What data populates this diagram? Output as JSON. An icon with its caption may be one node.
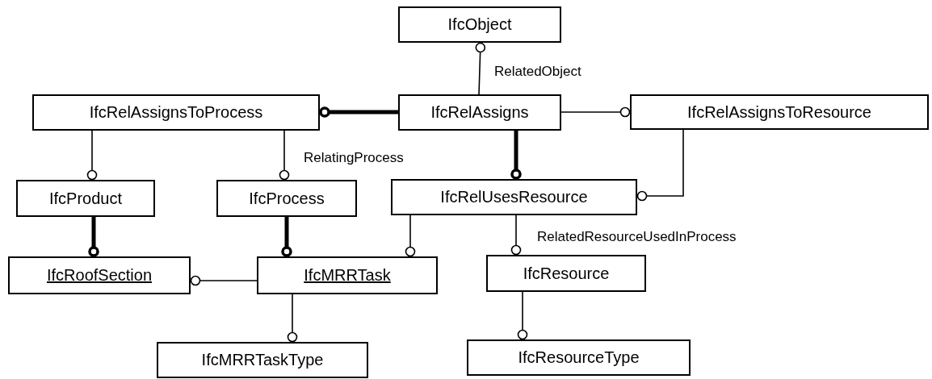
{
  "diagram": {
    "nodes": [
      {
        "text": [
          "IfcObject"
        ]
      },
      {
        "text": [
          "IfcRelAssignsToProcess"
        ]
      },
      {
        "text": [
          "IfcRelAssigns"
        ]
      },
      {
        "text": [
          "IfcRelAssignsToResource"
        ]
      },
      {
        "text": [
          "IfcProduct"
        ]
      },
      {
        "text": [
          "IfcProcess"
        ]
      },
      {
        "text": [
          "IfcRelUsesResource"
        ]
      },
      {
        "text": [
          "IfcRoofSection"
        ]
      },
      {
        "text": [
          "IfcMRRTask"
        ]
      },
      {
        "text": [
          "IfcResource"
        ]
      },
      {
        "text": [
          "IfcMRRTaskType"
        ]
      },
      {
        "text": [
          "IfcResourceType"
        ]
      }
    ],
    "edges": [
      {
        "from": 2,
        "to": 0,
        "arrow": "other",
        "label": "RelatedObject"
      },
      {
        "from": 2,
        "to": 1,
        "arrow": "other",
        "style": "thick"
      },
      {
        "from": 2,
        "to": 3,
        "arrow": "other"
      },
      {
        "from": 2,
        "to": 6,
        "arrow": "other",
        "style": "thick"
      },
      {
        "from": 1,
        "to": 4,
        "arrow": "other"
      },
      {
        "from": 1,
        "to": 5,
        "arrow": "other",
        "label": "RelatingProcess"
      },
      {
        "from": 3,
        "to": 6,
        "arrow": "other"
      },
      {
        "from": 4,
        "to": 7,
        "arrow": "other",
        "style": "thick"
      },
      {
        "from": 5,
        "to": 8,
        "arrow": "other",
        "style": "thick"
      },
      {
        "from": 6,
        "to": 8,
        "arrow": "other"
      },
      {
        "from": 8,
        "to": 7,
        "arrow": "other"
      },
      {
        "from": 6,
        "to": 9,
        "arrow": "other",
        "label": "RelatedResourceUsedInProcess"
      },
      {
        "from": 8,
        "to": 10,
        "arrow": "other"
      },
      {
        "from": 9,
        "to": 11,
        "arrow": "other"
      }
    ]
  }
}
